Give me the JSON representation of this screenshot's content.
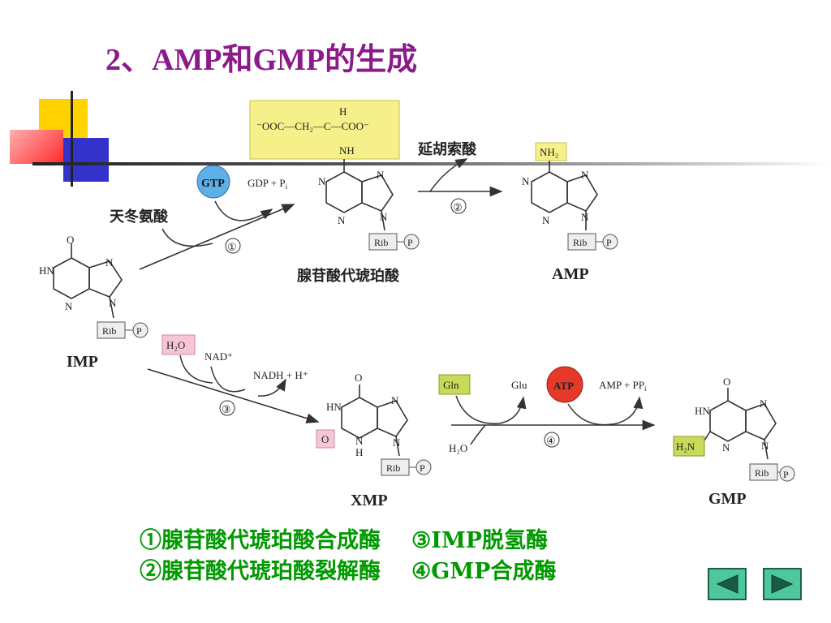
{
  "slide": {
    "title": "2、AMP和GMP的生成"
  },
  "colors": {
    "title": "#8b1a8b",
    "legend": "#009900",
    "nav_button": "#4ec79a"
  },
  "upper": {
    "aspartate_label": "天冬氨酸",
    "gtp": "GTP",
    "gdp_pi": "GDP + P",
    "gdp_pi_sub": "i",
    "step1": "①",
    "fumarate_box": {
      "h_top": "H",
      "formula": "⁻OOC—CH₂—C—COO⁻",
      "nh": "NH"
    },
    "intermediate_name": "腺苷酸代琥珀酸",
    "fumarate_label": "延胡索酸",
    "step2": "②",
    "amp_nh2": "NH₂",
    "amp_name": "AMP"
  },
  "imp": {
    "name": "IMP"
  },
  "lower": {
    "h2o": "H₂O",
    "nad": "NAD⁺",
    "nadh": "NADH + H⁺",
    "step3": "③",
    "xmp_name": "XMP",
    "gln": "Gln",
    "glu": "Glu",
    "atp": "ATP",
    "amp_ppi": "AMP + PP",
    "amp_ppi_sub": "i",
    "h2o_bottom": "H₂O",
    "step4": "④",
    "gmp_h2n": "H₂N",
    "gmp_name": "GMP"
  },
  "ring_atoms": {
    "o": "O",
    "hn": "HN",
    "n": "N",
    "h": "H",
    "rib": "Rib",
    "p": "P"
  },
  "legend": {
    "line1_a": "①腺苷酸代琥珀酸合成酶",
    "line1_b": "③IMP脱氢酶",
    "line2_a": "②腺苷酸代琥珀酸裂解酶",
    "line2_b": "④GMP合成酶"
  },
  "nav": {
    "prev_icon": "triangle-left-icon",
    "next_icon": "triangle-right-icon"
  }
}
